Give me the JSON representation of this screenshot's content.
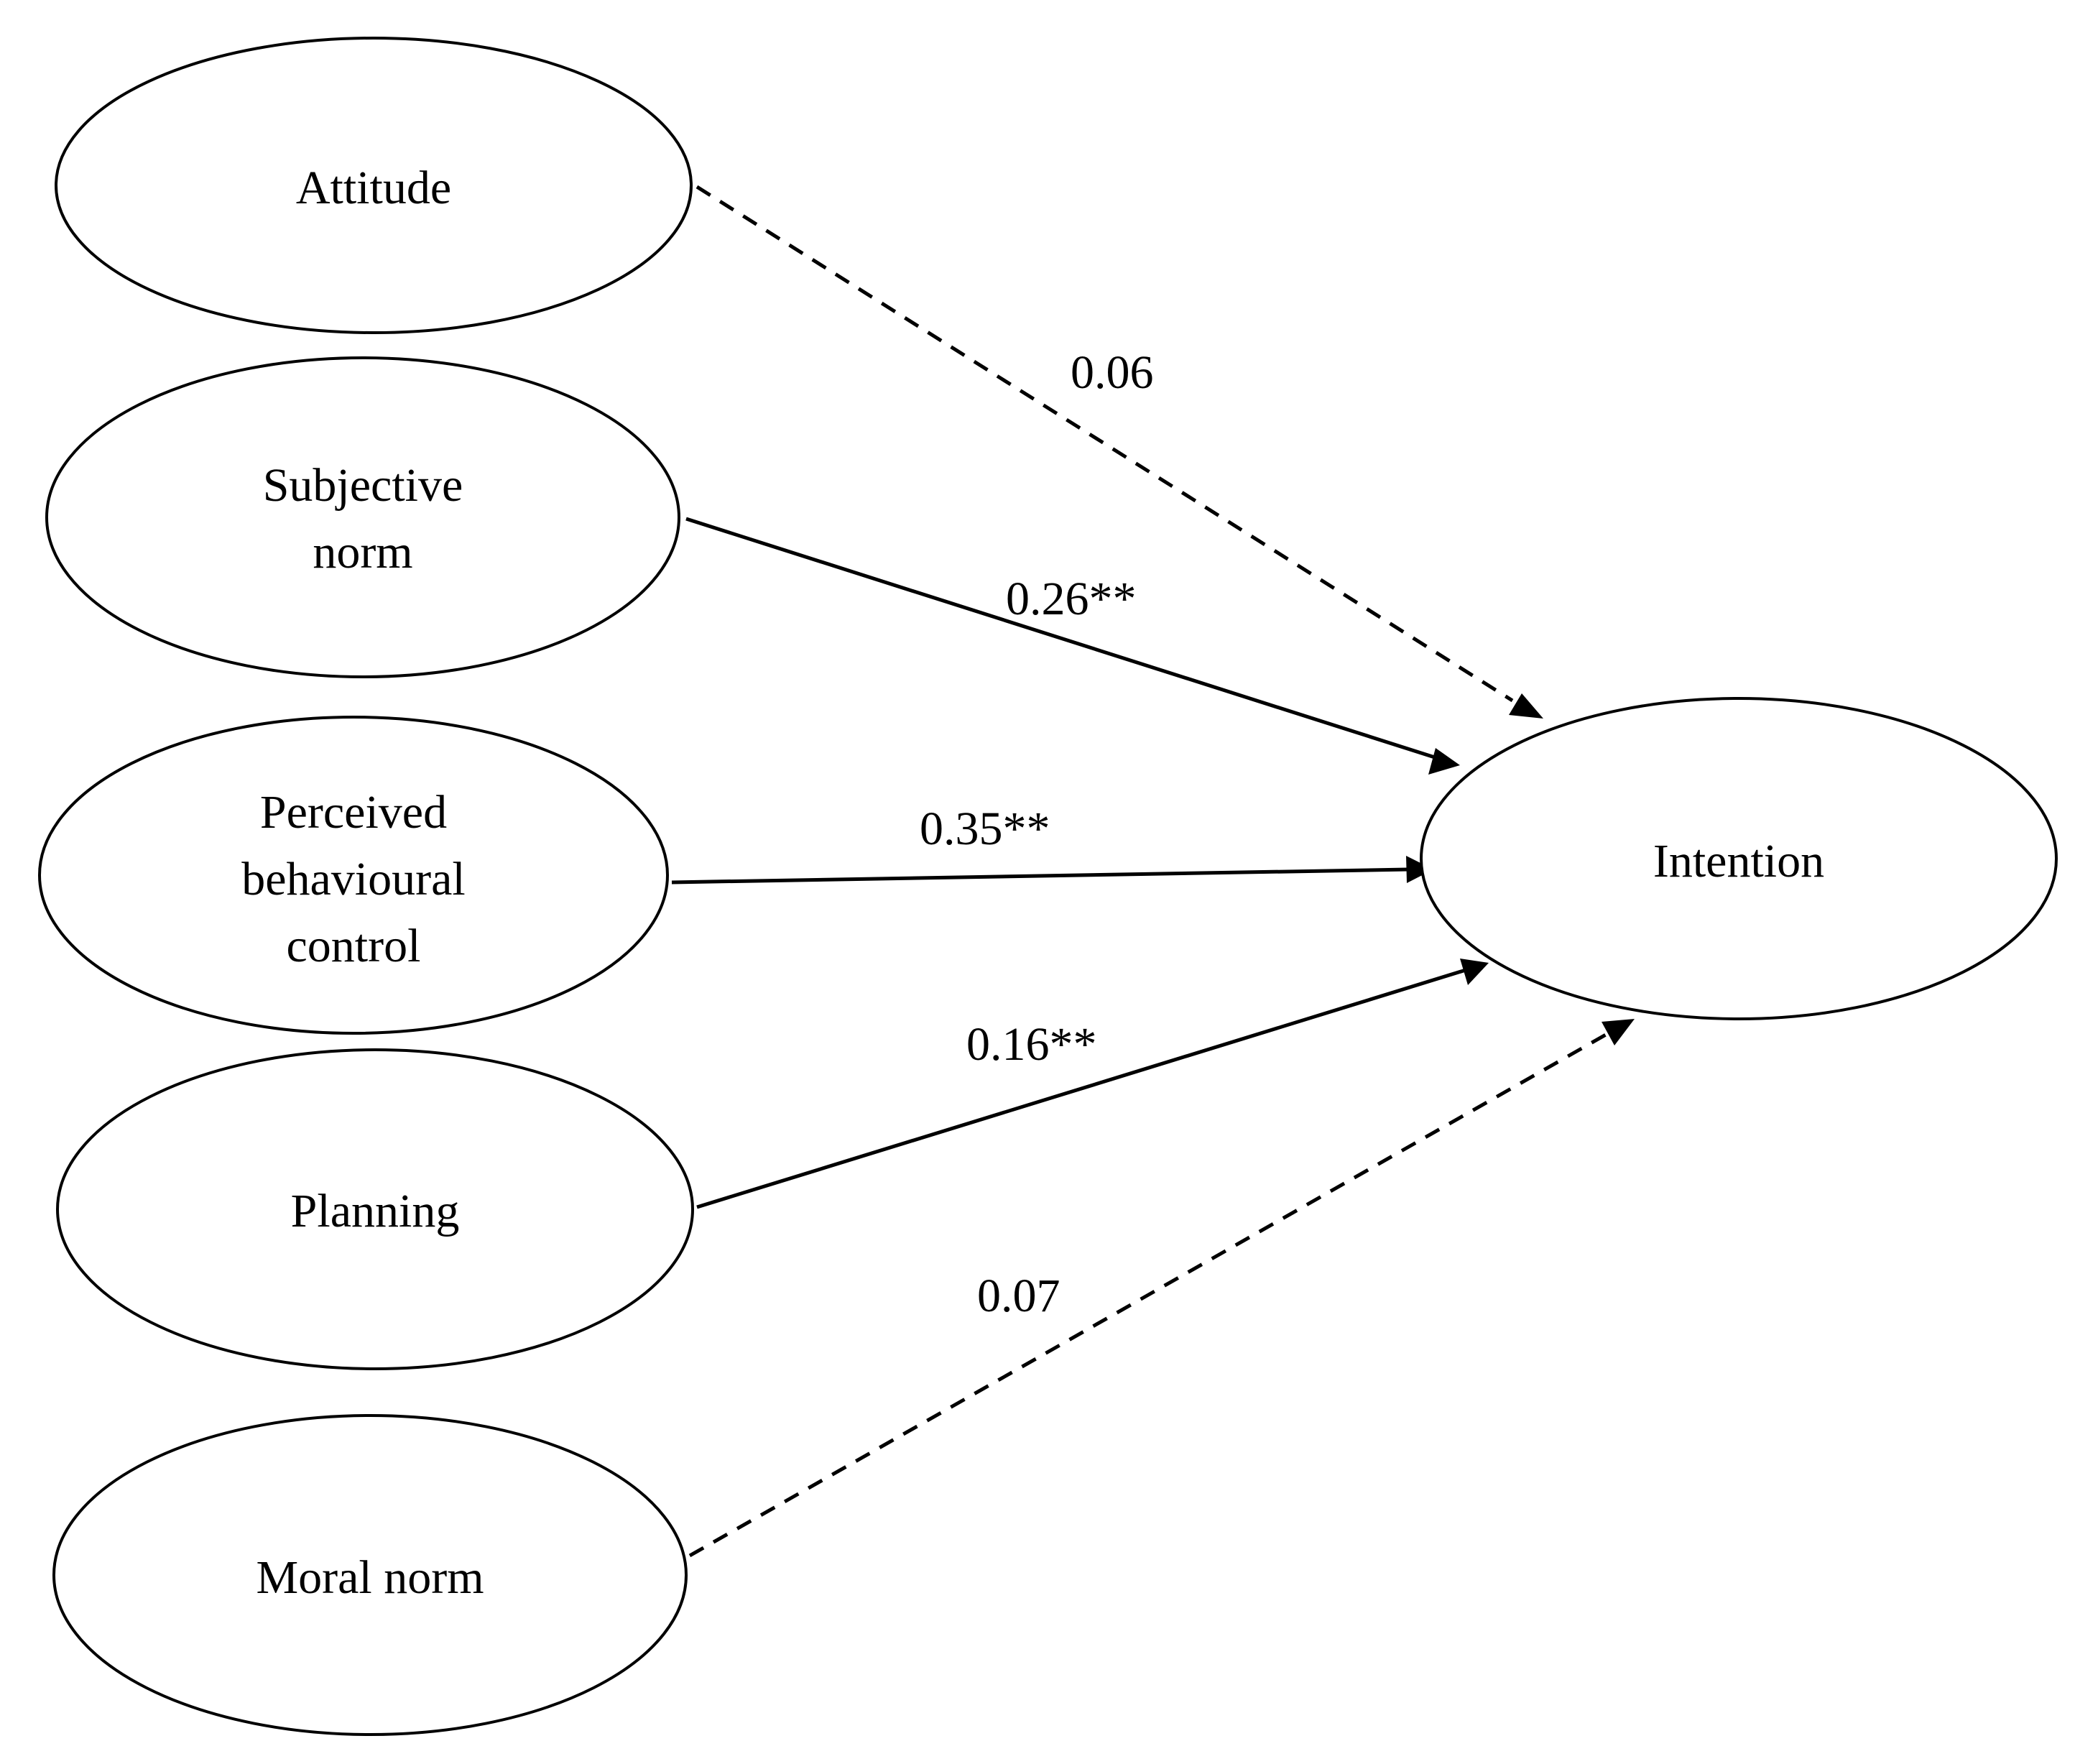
{
  "diagram": {
    "nodes": [
      {
        "id": "attitude",
        "lines": [
          "Attitude"
        ]
      },
      {
        "id": "subjective-norm",
        "lines": [
          "Subjective",
          "norm"
        ]
      },
      {
        "id": "perceived-behavioural-control",
        "lines": [
          "Perceived",
          "behavioural",
          "control"
        ]
      },
      {
        "id": "planning",
        "lines": [
          "Planning"
        ]
      },
      {
        "id": "moral-norm",
        "lines": [
          "Moral norm"
        ]
      },
      {
        "id": "intention",
        "lines": [
          "Intention"
        ]
      }
    ],
    "paths": [
      {
        "from": "attitude",
        "to": "intention",
        "coefficient": "0.06",
        "significant": false
      },
      {
        "from": "subjective-norm",
        "to": "intention",
        "coefficient": "0.26**",
        "significant": true
      },
      {
        "from": "perceived-behavioural-control",
        "to": "intention",
        "coefficient": "0.35**",
        "significant": true
      },
      {
        "from": "planning",
        "to": "intention",
        "coefficient": "0.16**",
        "significant": true
      },
      {
        "from": "moral-norm",
        "to": "intention",
        "coefficient": "0.07",
        "significant": false
      }
    ]
  }
}
